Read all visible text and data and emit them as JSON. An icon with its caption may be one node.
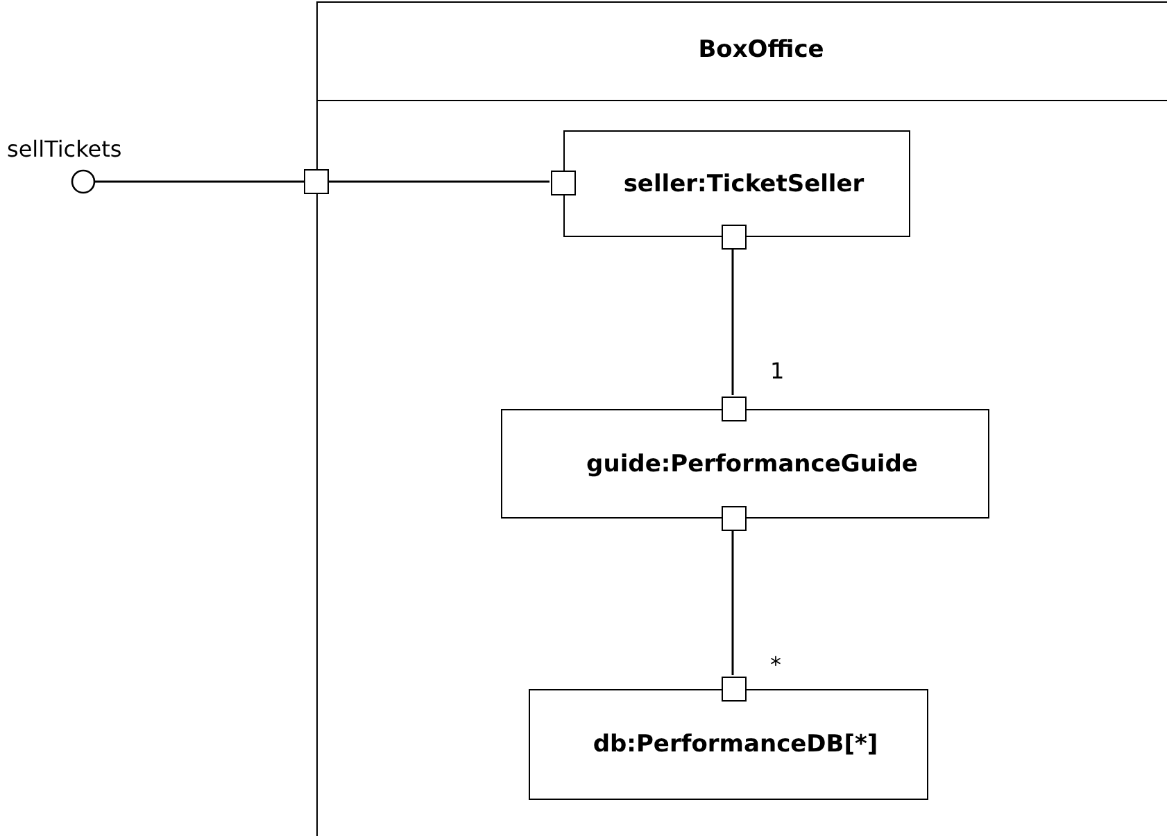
{
  "diagram": {
    "nodes": [
      {
        "text": [
          "BoxOffice"
        ]
      },
      {
        "text": [
          "sellTickets"
        ]
      },
      {
        "text": [],
        "shape": "box"
      },
      {
        "text": [
          "seller:TicketSeller"
        ],
        "in": 0
      },
      {
        "text": [],
        "shape": "box",
        "in": 0
      },
      {
        "text": [],
        "shape": "box",
        "in": 0
      },
      {
        "text": [],
        "shape": "box",
        "in": 0,
        "beside": [
          "1"
        ]
      },
      {
        "text": [
          "guide:PerformanceGuide"
        ],
        "in": 0
      },
      {
        "text": [],
        "shape": "box",
        "in": 0
      },
      {
        "text": [],
        "shape": "box",
        "in": 0,
        "beside": [
          "*"
        ]
      },
      {
        "text": [
          "db:PerformanceDB[*]"
        ],
        "in": 0
      }
    ],
    "edges": [
      {
        "from": 1,
        "to": 2,
        "arrow": "none"
      },
      {
        "from": 2,
        "to": 4,
        "arrow": "none"
      },
      {
        "from": 5,
        "to": 6,
        "arrow": "none"
      },
      {
        "from": 8,
        "to": 9,
        "arrow": "none"
      }
    ]
  }
}
